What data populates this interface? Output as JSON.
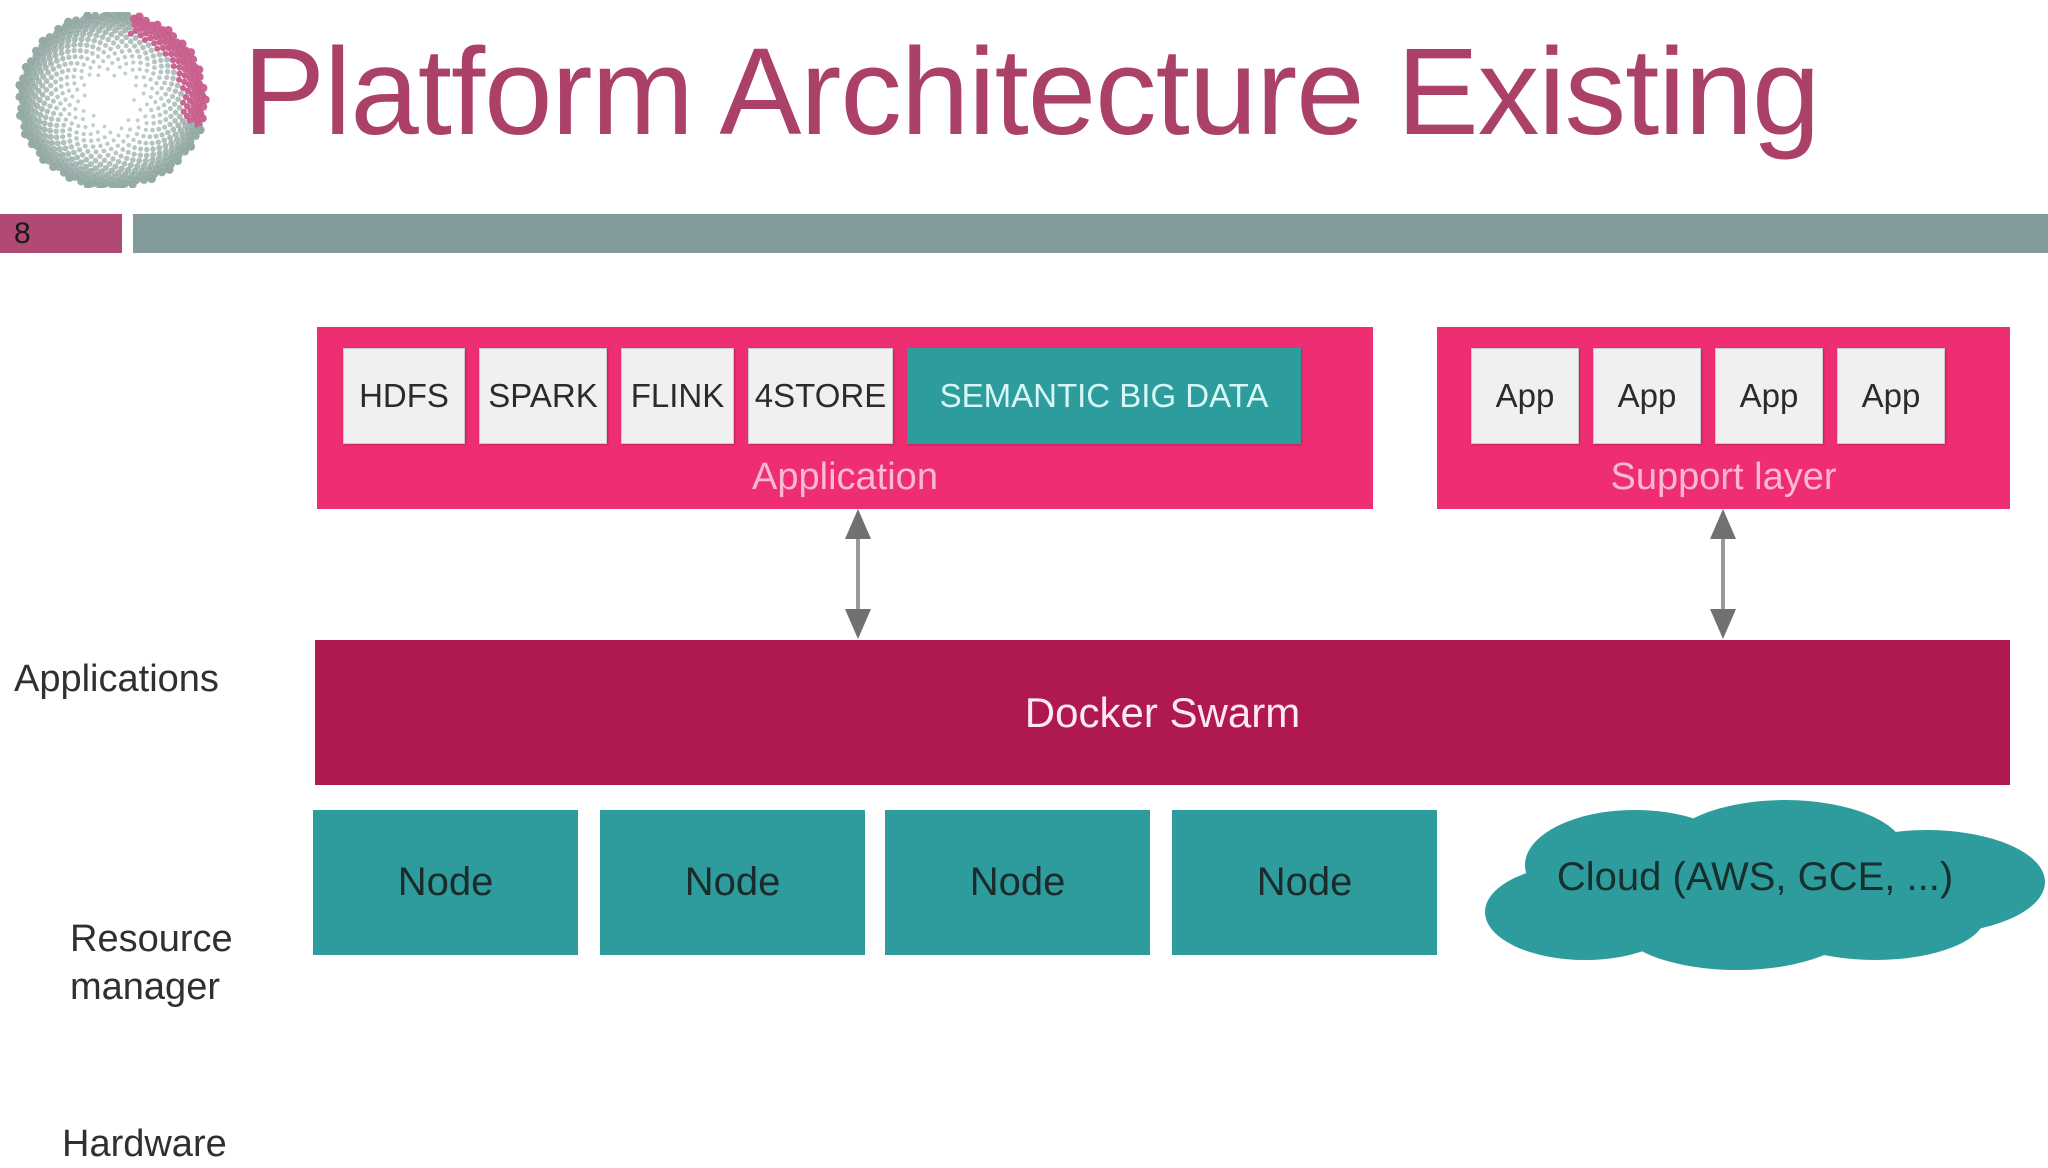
{
  "slide": {
    "title": "Platform Architecture Existing",
    "page_number": "8",
    "logo_name": "spiral-dot-logo"
  },
  "colors": {
    "title": "#ab4168",
    "page_number_box": "#b04a74",
    "header_rule": "#839b9b",
    "layer_pink": "#ee2d72",
    "resource_crimson": "#b01950",
    "hardware_teal": "#2e9c9c",
    "semantic_teal": "#2c9c9c",
    "chip_white": "#eff0ef",
    "caption_pink": "#fbb8d2"
  },
  "diagram": {
    "row_labels": {
      "applications": "Applications",
      "resource_manager_line1": "Resource",
      "resource_manager_line2": "manager",
      "hardware": "Hardware"
    },
    "application_layer": {
      "caption": "Application",
      "chips": [
        {
          "label": "HDFS",
          "style": "white"
        },
        {
          "label": "SPARK",
          "style": "white"
        },
        {
          "label": "FLINK",
          "style": "white"
        },
        {
          "label": "4STORE",
          "style": "white"
        },
        {
          "label": "SEMANTIC BIG DATA",
          "style": "teal"
        }
      ]
    },
    "support_layer": {
      "caption": "Support layer",
      "chips": [
        {
          "label": "App",
          "style": "white"
        },
        {
          "label": "App",
          "style": "white"
        },
        {
          "label": "App",
          "style": "white"
        },
        {
          "label": "App",
          "style": "white"
        }
      ]
    },
    "resource_manager": {
      "label": "Docker Swarm"
    },
    "hardware_layer": {
      "nodes": [
        "Node",
        "Node",
        "Node",
        "Node"
      ],
      "cloud_label": "Cloud (AWS, GCE, ...)"
    },
    "connectors": [
      {
        "name": "application-to-resource",
        "type": "double-arrow"
      },
      {
        "name": "support-to-resource",
        "type": "double-arrow"
      }
    ]
  }
}
